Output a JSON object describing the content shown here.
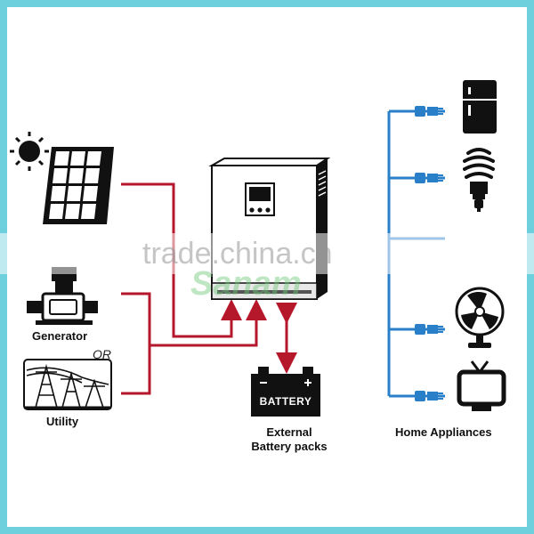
{
  "labels": {
    "generator": "Generator",
    "or": "OR",
    "utility": "Utility",
    "battery": "BATTERY",
    "external_line1": "External",
    "external_line2": "Battery packs",
    "home_appliances": "Home Appliances"
  },
  "watermark": {
    "site": "trade.china.cn",
    "logo": "Sanam"
  },
  "colors": {
    "frame": "#6fd0dd",
    "ac_line": "#b5172b",
    "output_line": "#2a7fc9",
    "icon": "#111111"
  },
  "icons": [
    "sun-icon",
    "solar-panel-icon",
    "generator-icon",
    "utility-tower-icon",
    "inverter-icon",
    "battery-icon",
    "plug-icon",
    "fridge-icon",
    "bulb-icon",
    "fan-icon",
    "tv-icon"
  ]
}
